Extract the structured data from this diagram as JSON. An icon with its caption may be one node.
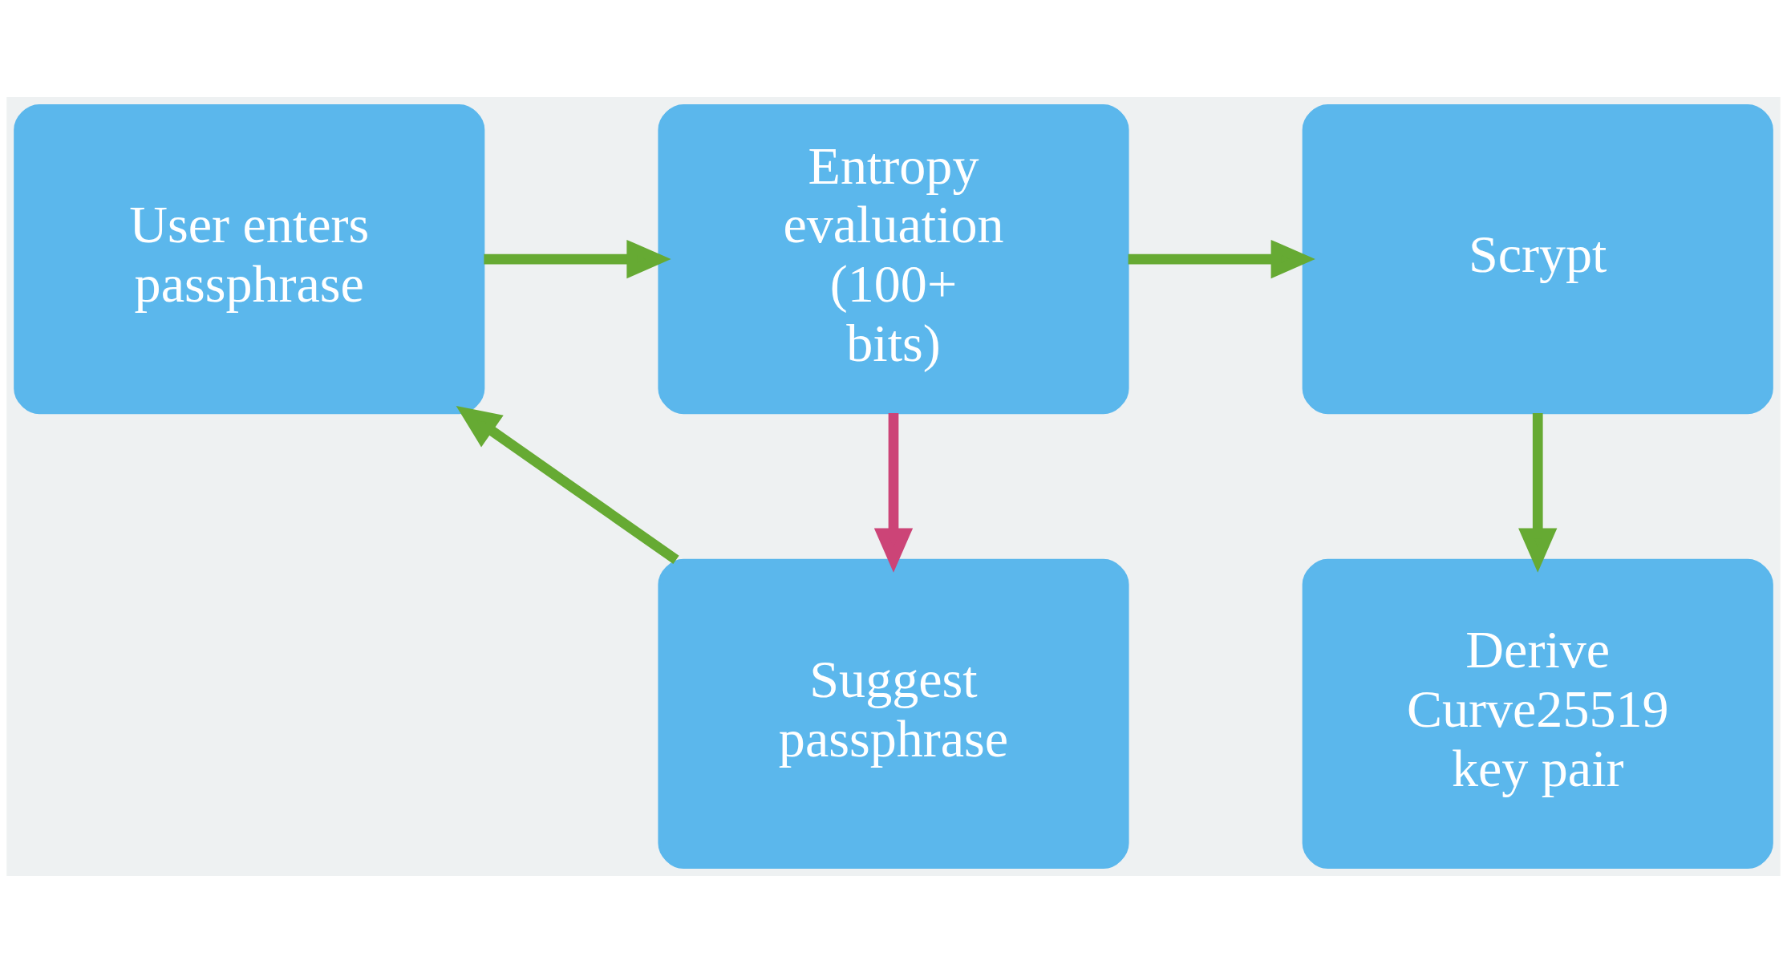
{
  "diagram": {
    "nodes": [
      {
        "text": [
          "User enters passphrase"
        ]
      },
      {
        "text": [
          "Entropy evaluation (100+ bits)"
        ]
      },
      {
        "text": [
          "Scrypt"
        ]
      },
      {
        "text": [
          "Suggest passphrase"
        ]
      },
      {
        "text": [
          "Derive Curve25519 key pair"
        ]
      }
    ],
    "edges": [
      {
        "from": 0,
        "to": 1,
        "arrow": "to"
      },
      {
        "from": 1,
        "to": 2,
        "arrow": "to"
      },
      {
        "from": 1,
        "to": 3,
        "arrow": "to",
        "color": "#cc4477"
      },
      {
        "from": 3,
        "to": 0,
        "arrow": "to"
      },
      {
        "from": 2,
        "to": 4,
        "arrow": "to"
      }
    ]
  }
}
